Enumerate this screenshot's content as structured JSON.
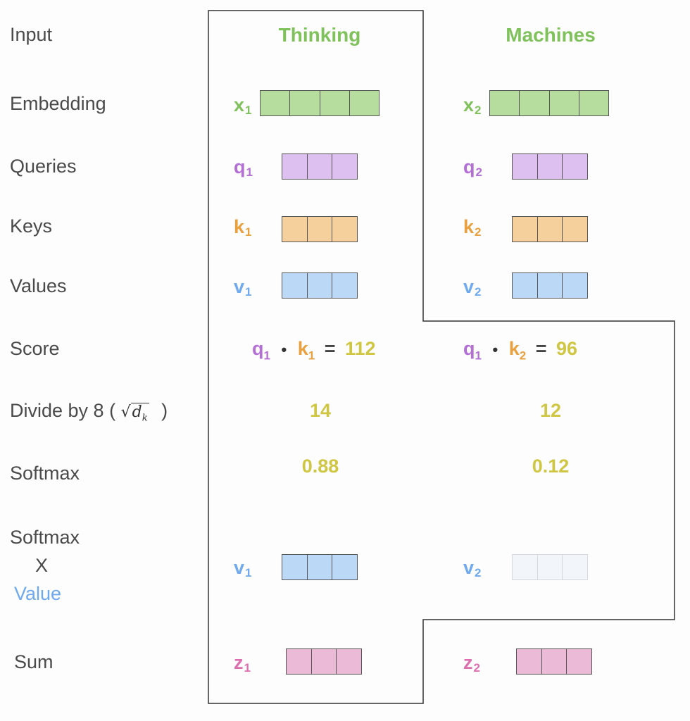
{
  "rows": {
    "input": "Input",
    "embedding": "Embedding",
    "queries": "Queries",
    "keys": "Keys",
    "values": "Values",
    "score": "Score",
    "divide_prefix": "Divide by 8 (",
    "divide_radicand": "d",
    "divide_radicand_sub": "k",
    "divide_suffix": ")",
    "softmax": "Softmax",
    "softmax_x_value_1": "Softmax",
    "softmax_x_value_2": "X",
    "softmax_x_value_3": "Value",
    "sum": "Sum"
  },
  "words": [
    "Thinking",
    "Machines"
  ],
  "vectors": {
    "x1": {
      "name": "x",
      "sub": "1"
    },
    "x2": {
      "name": "x",
      "sub": "2"
    },
    "q1": {
      "name": "q",
      "sub": "1"
    },
    "q2": {
      "name": "q",
      "sub": "2"
    },
    "k1": {
      "name": "k",
      "sub": "1"
    },
    "k2": {
      "name": "k",
      "sub": "2"
    },
    "v1": {
      "name": "v",
      "sub": "1"
    },
    "v2": {
      "name": "v",
      "sub": "2"
    },
    "z1": {
      "name": "z",
      "sub": "1"
    },
    "z2": {
      "name": "z",
      "sub": "2"
    }
  },
  "score": {
    "one": {
      "q": "q",
      "q_sub": "1",
      "dot": "•",
      "k": "k",
      "k_sub": "1",
      "eq": "=",
      "value": "112"
    },
    "two": {
      "q": "q",
      "q_sub": "1",
      "dot": "•",
      "k": "k",
      "k_sub": "2",
      "eq": "=",
      "value": "96"
    }
  },
  "divided": [
    "14",
    "12"
  ],
  "softmax": [
    "0.88",
    "0.12"
  ],
  "colors": {
    "embedding": "#b7dd9e",
    "query": "#ddc0ef",
    "key": "#f5cf9c",
    "value": "#bcd8f7",
    "value_faint": "#f2f6fa",
    "sum": "#ebbad6",
    "label_green": "#7fc25b",
    "label_purple": "#b36fd6",
    "label_orange": "#eba03e",
    "label_blue": "#6fa9ef",
    "label_pink": "#dd6fae",
    "number_yellow": "#cfc743"
  }
}
